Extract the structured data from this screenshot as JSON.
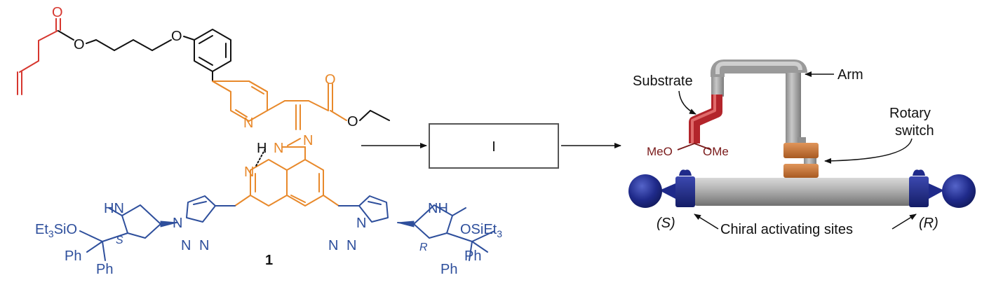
{
  "molecule": {
    "carbonyl_oxygen": "O",
    "ether_oxygen": "O",
    "phenoxy_oxygen": "O",
    "ester_carbonyl_oxygen": "O",
    "ester_oxygen": "O",
    "pyridine_nitrogen": "N",
    "hydrazone_n1": "N",
    "hydrazone_n2": "N",
    "hydrazone_h": "H",
    "quinoline_nitrogen": "N",
    "left_nh": "HN",
    "right_nh": "NH",
    "left_triazole_n1": "N",
    "left_triazole_n2": "N",
    "left_triazole_n3": "N",
    "right_triazole_n1": "N",
    "right_triazole_n2": "N",
    "right_triazole_n3": "N",
    "left_silyl_prefix": "Et",
    "left_silyl_sub": "3",
    "left_silyl_suffix": "SiO",
    "right_silyl_prefix": "OSiEt",
    "right_silyl_sub": "3",
    "left_ph_1": "Ph",
    "left_ph_2": "Ph",
    "right_ph_1": "Ph",
    "right_ph_2": "Ph",
    "left_stereo": "S",
    "right_stereo": "R",
    "compound_number": "1"
  },
  "process_box": {
    "label": "I"
  },
  "machine": {
    "substrate_label": "Substrate",
    "arm_label": "Arm",
    "rotary_label_line1": "Rotary",
    "rotary_label_line2": "switch",
    "meo_left": "MeO",
    "ome_right": "OMe",
    "site_left": "(S)",
    "site_right": "(R)",
    "sites_label": "Chiral activating sites"
  },
  "colors": {
    "red": "#d6362e",
    "orange": "#e8892b",
    "blue": "#2e4f9c",
    "black": "#1a1a1a",
    "substrate": "#b3252b",
    "switch": "#c8702c",
    "navy": "#1f2a8a",
    "gray": "#9c9c9c"
  }
}
